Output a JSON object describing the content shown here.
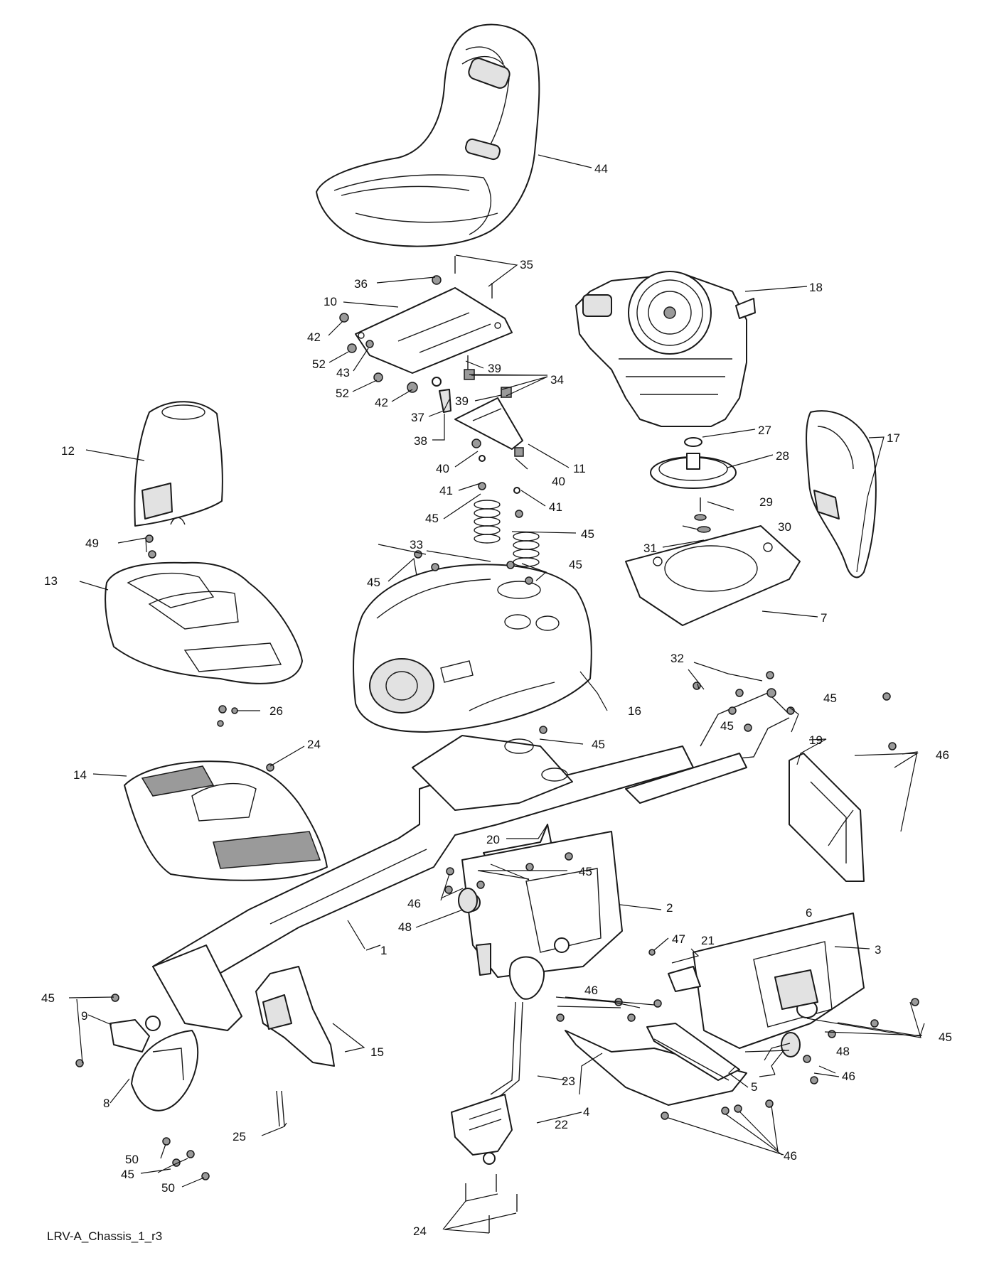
{
  "diagram": {
    "caption": "LRV-A_Chassis_1_r3",
    "labels": [
      {
        "id": "44",
        "text": "44"
      },
      {
        "id": "35",
        "text": "35"
      },
      {
        "id": "36",
        "text": "36"
      },
      {
        "id": "10",
        "text": "10"
      },
      {
        "id": "42a",
        "text": "42"
      },
      {
        "id": "52a",
        "text": "52"
      },
      {
        "id": "43",
        "text": "43"
      },
      {
        "id": "52b",
        "text": "52"
      },
      {
        "id": "42b",
        "text": "42"
      },
      {
        "id": "39a",
        "text": "39"
      },
      {
        "id": "34",
        "text": "34"
      },
      {
        "id": "39b",
        "text": "39"
      },
      {
        "id": "37",
        "text": "37"
      },
      {
        "id": "38",
        "text": "38"
      },
      {
        "id": "18",
        "text": "18"
      },
      {
        "id": "27",
        "text": "27"
      },
      {
        "id": "28",
        "text": "28"
      },
      {
        "id": "17",
        "text": "17"
      },
      {
        "id": "12",
        "text": "12"
      },
      {
        "id": "11",
        "text": "11"
      },
      {
        "id": "40a",
        "text": "40"
      },
      {
        "id": "40b",
        "text": "40"
      },
      {
        "id": "41a",
        "text": "41"
      },
      {
        "id": "41b",
        "text": "41"
      },
      {
        "id": "29",
        "text": "29"
      },
      {
        "id": "30",
        "text": "30"
      },
      {
        "id": "31",
        "text": "31"
      },
      {
        "id": "45a",
        "text": "45"
      },
      {
        "id": "45b",
        "text": "45"
      },
      {
        "id": "49",
        "text": "49"
      },
      {
        "id": "33",
        "text": "33"
      },
      {
        "id": "13",
        "text": "13"
      },
      {
        "id": "45c",
        "text": "45"
      },
      {
        "id": "45d",
        "text": "45"
      },
      {
        "id": "7",
        "text": "7"
      },
      {
        "id": "32",
        "text": "32"
      },
      {
        "id": "26",
        "text": "26"
      },
      {
        "id": "16",
        "text": "16"
      },
      {
        "id": "45e",
        "text": "45"
      },
      {
        "id": "45f",
        "text": "45"
      },
      {
        "id": "19",
        "text": "19"
      },
      {
        "id": "24a",
        "text": "24"
      },
      {
        "id": "45g",
        "text": "45"
      },
      {
        "id": "46a",
        "text": "46"
      },
      {
        "id": "14",
        "text": "14"
      },
      {
        "id": "20",
        "text": "20"
      },
      {
        "id": "45h",
        "text": "45"
      },
      {
        "id": "46b",
        "text": "46"
      },
      {
        "id": "2",
        "text": "2"
      },
      {
        "id": "6",
        "text": "6"
      },
      {
        "id": "48a",
        "text": "48"
      },
      {
        "id": "1",
        "text": "1"
      },
      {
        "id": "47",
        "text": "47"
      },
      {
        "id": "21",
        "text": "21"
      },
      {
        "id": "3",
        "text": "3"
      },
      {
        "id": "45i",
        "text": "45"
      },
      {
        "id": "9",
        "text": "9"
      },
      {
        "id": "46c",
        "text": "46"
      },
      {
        "id": "45j",
        "text": "45"
      },
      {
        "id": "15",
        "text": "15"
      },
      {
        "id": "48b",
        "text": "48"
      },
      {
        "id": "5",
        "text": "5"
      },
      {
        "id": "46d",
        "text": "46"
      },
      {
        "id": "23",
        "text": "23"
      },
      {
        "id": "8",
        "text": "8"
      },
      {
        "id": "25",
        "text": "25"
      },
      {
        "id": "4",
        "text": "4"
      },
      {
        "id": "22",
        "text": "22"
      },
      {
        "id": "50a",
        "text": "50"
      },
      {
        "id": "46e",
        "text": "46"
      },
      {
        "id": "45k",
        "text": "45"
      },
      {
        "id": "50b",
        "text": "50"
      },
      {
        "id": "24b",
        "text": "24"
      }
    ]
  }
}
